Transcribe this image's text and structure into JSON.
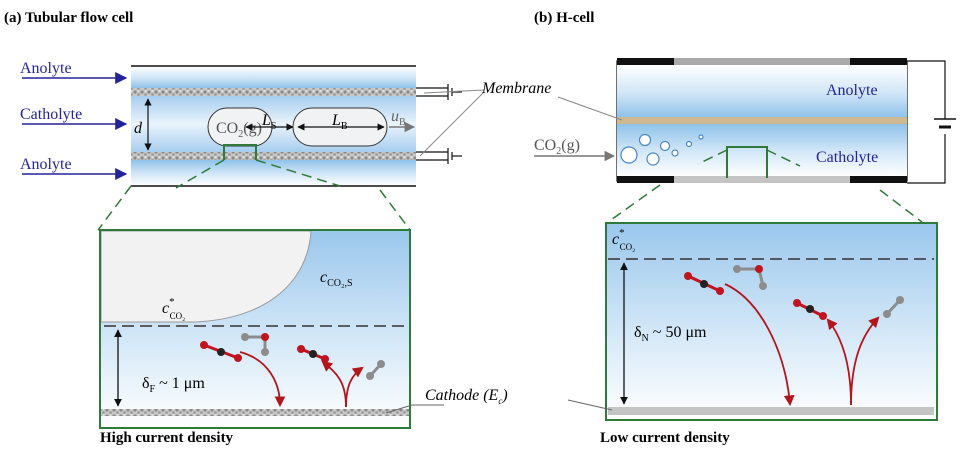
{
  "panel_a": {
    "title": "(a) Tubular flow cell",
    "inlets": [
      "Anolyte",
      "Catholyte",
      "Anolyte"
    ],
    "membrane_label": "Membrane",
    "gas_label": "CO",
    "gas_sub": "2",
    "gas_suffix": "(g)",
    "diameter_label": "d",
    "slug_length_label": "L",
    "slug_length_sub": "S",
    "bubble_length_label": "L",
    "bubble_length_sub": "B",
    "velocity_label": "u",
    "velocity_sub": "B"
  },
  "panel_b": {
    "title": "(b) H-cell",
    "anolyte_label": "Anolyte",
    "catholyte_label": "Catholyte",
    "gas_label": "CO",
    "gas_sub": "2",
    "gas_suffix": "(g)"
  },
  "zoom_a": {
    "conc_bulk_label": "c",
    "conc_bulk_sub": "CO₂,S",
    "conc_star_label": "c",
    "conc_star_sup": "*",
    "conc_star_sub": "CO₂",
    "thickness_label": "δ",
    "thickness_sub": "F",
    "thickness_value": "~ 1 μm",
    "cathode_label": "Cathode (E",
    "cathode_sub": "c",
    "cathode_suffix": ")",
    "caption": "High current density"
  },
  "zoom_b": {
    "conc_star_label": "c",
    "conc_star_sup": "*",
    "conc_star_sub": "CO₂",
    "thickness_label": "δ",
    "thickness_sub": "N",
    "thickness_value": "~ 50 μm",
    "caption": "Low current density"
  },
  "colors": {
    "electrolyte_blue": "#9cc9ec",
    "membrane_tan": "#cdb892",
    "zoom_frame_green": "#2e7a3a",
    "arrow_red": "#b3151d",
    "inlet_blue": "#23239a",
    "molecule_red": "#c0141e",
    "molecule_gray": "#8c8c8c"
  }
}
